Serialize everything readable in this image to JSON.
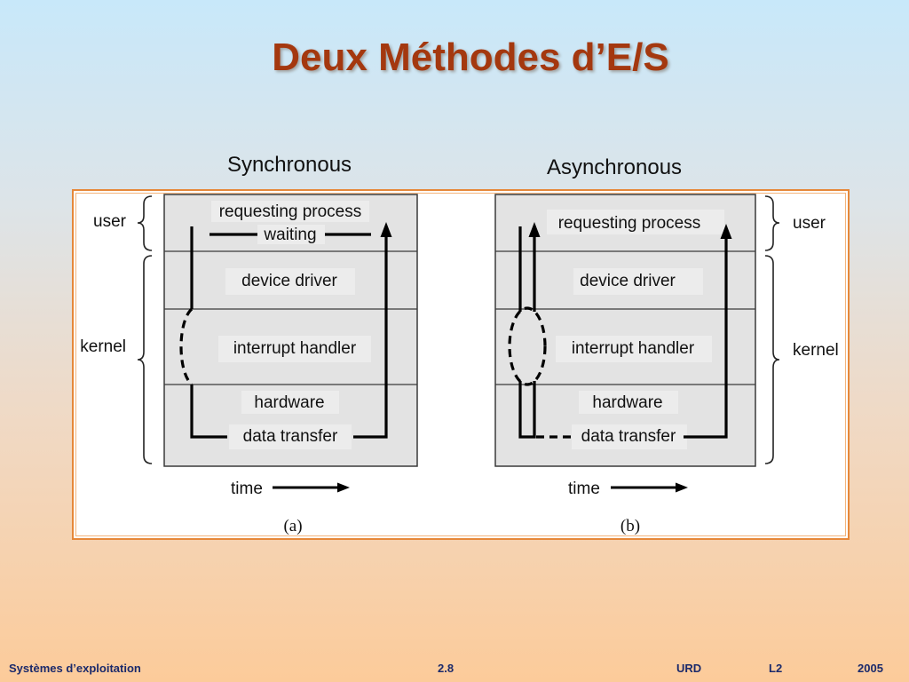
{
  "slide": {
    "title": "Deux Méthodes d’E/S"
  },
  "diagrams": [
    {
      "heading": "Synchronous",
      "user_label": "user",
      "kernel_label": "kernel",
      "layers": {
        "requesting_process": "requesting process",
        "waiting": "waiting",
        "device_driver": "device driver",
        "interrupt_handler": "interrupt handler",
        "hardware": "hardware",
        "data_transfer": "data transfer"
      },
      "time_label": "time",
      "caption": "(a)"
    },
    {
      "heading": "Asynchronous",
      "user_label": "user",
      "kernel_label": "kernel",
      "layers": {
        "requesting_process": "requesting process",
        "device_driver": "device driver",
        "interrupt_handler": "interrupt handler",
        "hardware": "hardware",
        "data_transfer": "data transfer"
      },
      "time_label": "time",
      "caption": "(b)"
    }
  ],
  "footer": {
    "course": "Systèmes d’exploitation",
    "page_number": "2.8",
    "institution": "URD",
    "level": "L2",
    "year": "2005"
  },
  "colors": {
    "title": "#a4380f",
    "footer_text": "#1b2a6b",
    "frame_border": "#e6883a"
  }
}
